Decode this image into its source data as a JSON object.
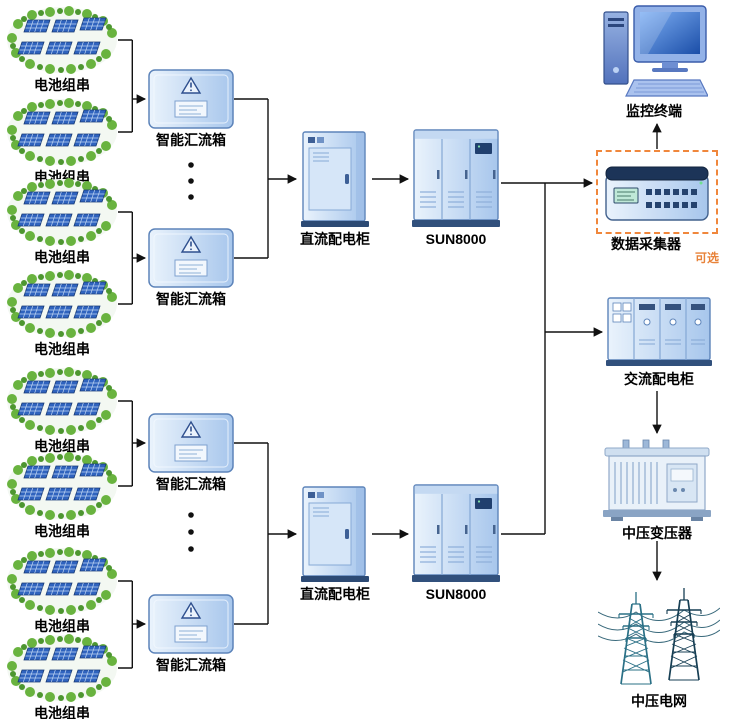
{
  "diagram": {
    "nodes": {
      "pv_string": {
        "label": "电池组串",
        "count": 8
      },
      "combiner": {
        "label": "智能汇流箱",
        "count": 4
      },
      "dc_cabinet": {
        "label": "直流配电柜",
        "count": 2
      },
      "inverter": {
        "label": "SUN8000",
        "count": 2
      },
      "monitor_terminal": {
        "label": "监控终端"
      },
      "data_collector": {
        "label": "数据采集器",
        "annotation": "可选"
      },
      "ac_cabinet": {
        "label": "交流配电柜"
      },
      "mv_transformer": {
        "label": "中压变压器"
      },
      "mv_grid": {
        "label": "中压电网"
      }
    },
    "connections": [
      "电池组串 → 智能汇流箱",
      "智能汇流箱 → 直流配电柜",
      "直流配电柜 → SUN8000",
      "SUN8000 → 交流配电柜",
      "SUN8000 → 数据采集器",
      "数据采集器 → 监控终端",
      "交流配电柜 → 中压变压器",
      "中压变压器 → 中压电网"
    ],
    "colors": {
      "connector": "#111111",
      "optional_accent": "#f0873c",
      "device_fill": "#bcd4f0",
      "label_text": "#000000"
    }
  }
}
